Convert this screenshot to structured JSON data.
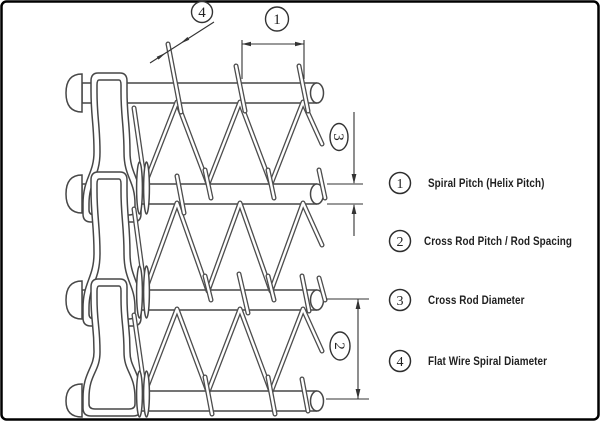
{
  "callouts": {
    "c1": "1",
    "c2": "2",
    "c3": "3",
    "c4": "4"
  },
  "legend": {
    "items": [
      {
        "number": "1",
        "label": "Spiral Pitch (Helix Pitch)"
      },
      {
        "number": "2",
        "label": "Cross Rod Pitch / Rod Spacing"
      },
      {
        "number": "3",
        "label": "Cross Rod Diameter"
      },
      {
        "number": "4",
        "label": "Flat Wire Spiral Diameter"
      }
    ]
  },
  "colors": {
    "line": "#474747",
    "dimension": "#333333",
    "background": "#ffffff",
    "border": "#000000"
  }
}
